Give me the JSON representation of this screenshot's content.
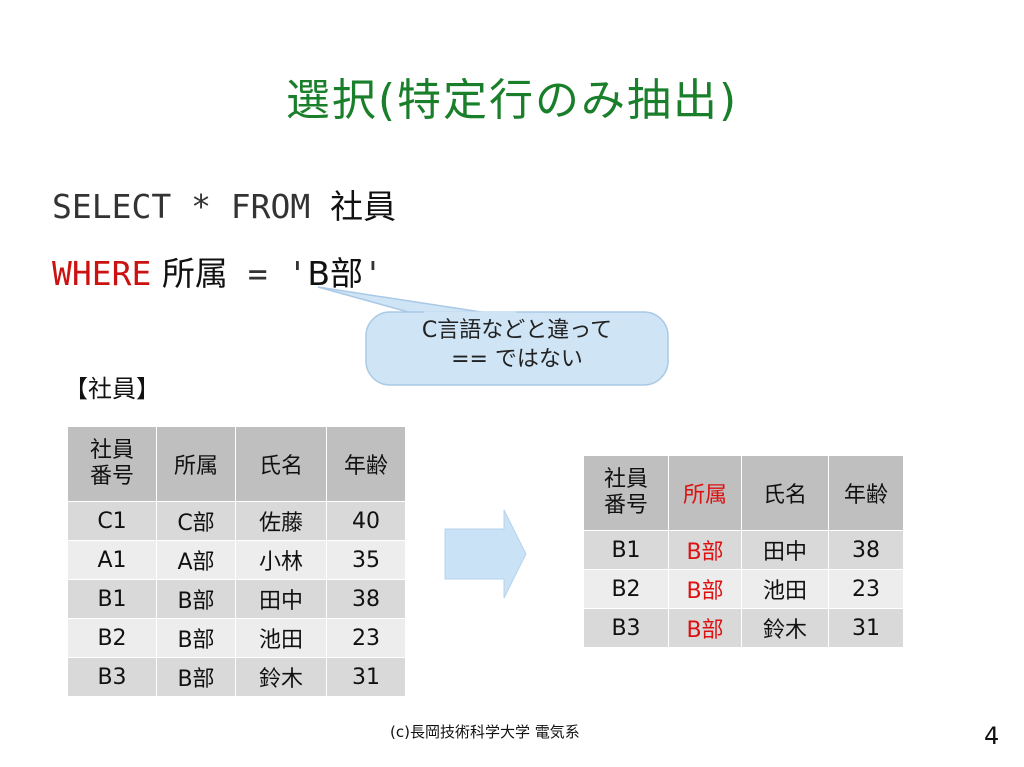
{
  "title": "選択(特定行のみ抽出)",
  "sql": {
    "line1_kw": "SELECT * FROM ",
    "line1_table": "社員",
    "line2_kw": "WHERE",
    "line2_col": " 所属",
    "line2_op": " = '",
    "line2_val": "B部",
    "line2_end": "'"
  },
  "callout": {
    "line1": "C言語などと違って",
    "line2": "== ではない"
  },
  "table_label": "【社員】",
  "left_table": {
    "headers": [
      "社員\n番号",
      "所属",
      "氏名",
      "年齢"
    ],
    "rows": [
      [
        "C1",
        "C部",
        "佐藤",
        "40"
      ],
      [
        "A1",
        "A部",
        "小林",
        "35"
      ],
      [
        "B1",
        "B部",
        "田中",
        "38"
      ],
      [
        "B2",
        "B部",
        "池田",
        "23"
      ],
      [
        "B3",
        "B部",
        "鈴木",
        "31"
      ]
    ]
  },
  "right_table": {
    "headers": [
      "社員\n番号",
      "所属",
      "氏名",
      "年齢"
    ],
    "rows": [
      [
        "B1",
        "B部",
        "田中",
        "38"
      ],
      [
        "B2",
        "B部",
        "池田",
        "23"
      ],
      [
        "B3",
        "B部",
        "鈴木",
        "31"
      ]
    ]
  },
  "footer": "(c)長岡技術科学大学 電気系",
  "page_number": "4",
  "colors": {
    "title": "#1a7f2a",
    "keyword_red": "#cc1111",
    "highlight_red": "#dd1111",
    "callout_fill": "#cfe4f5",
    "arrow_fill": "#c9e2f6"
  }
}
